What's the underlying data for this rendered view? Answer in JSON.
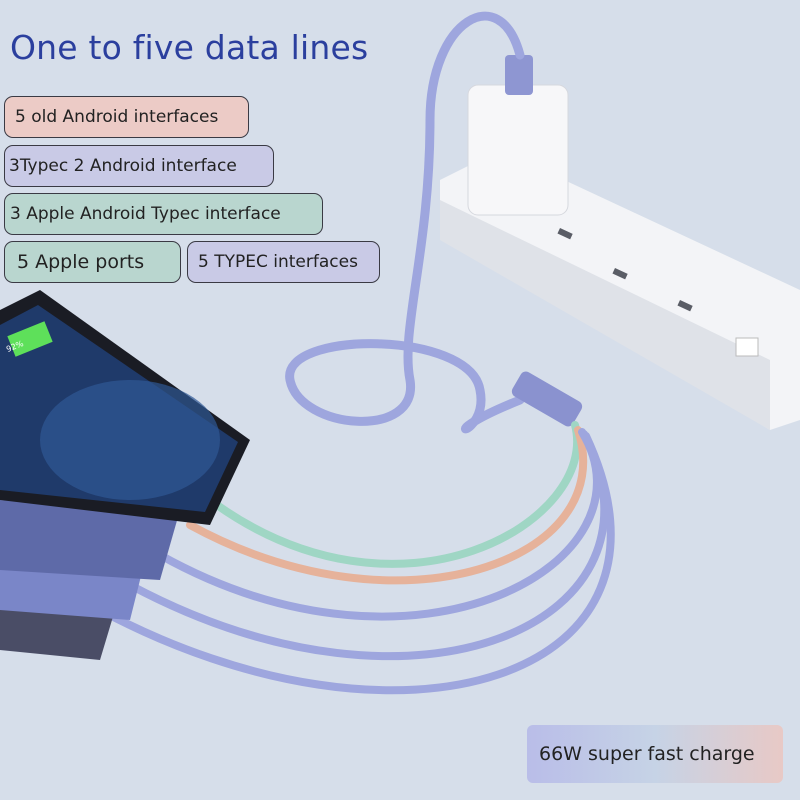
{
  "title": "One to five data lines",
  "tags": [
    {
      "label": "5 old Android interfaces",
      "color": "#eccbc6"
    },
    {
      "label": "3Typec 2 Android interface",
      "color": "#c9cae6"
    },
    {
      "label": "3 Apple Android Typec interface",
      "color": "#b9d6cf"
    },
    {
      "label": "5 Apple ports",
      "color": "#b9d6cf"
    },
    {
      "label": "5 TYPEC interfaces",
      "color": "#c9cae6"
    }
  ],
  "charge_label": "66W super fast charge",
  "phone_battery": "92%",
  "colors": {
    "cable": "#9ea6de",
    "cable_orange": "#e6b29a",
    "cable_green": "#9fd6c4",
    "title": "#2b3f9e",
    "background": "#d6deea"
  }
}
